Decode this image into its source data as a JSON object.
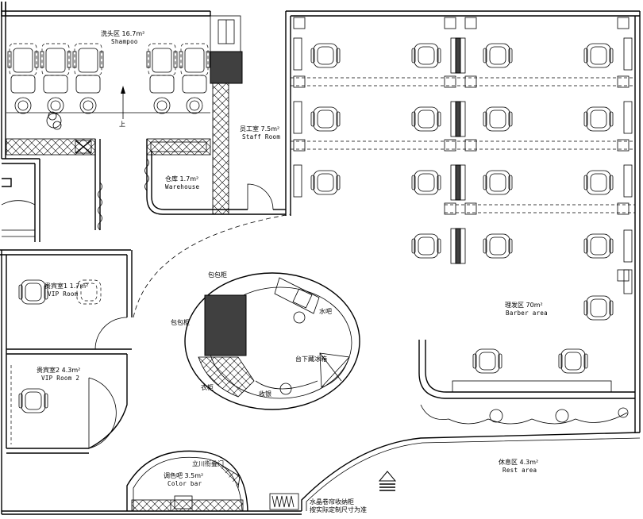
{
  "rooms": {
    "shampoo": {
      "zh": "洗头区  16.7m²",
      "en": "Shampoo"
    },
    "staff": {
      "zh": "员工室  7.5m²",
      "en": "Staff Room"
    },
    "warehouse": {
      "zh": "仓库  1.7m²",
      "en": "Warehouse"
    },
    "vip1": {
      "zh": "贵宾室1 1.7m²",
      "en": "VIP Room"
    },
    "vip2": {
      "zh": "贵宾室2 4.3m²",
      "en": "VIP Room 2"
    },
    "barber": {
      "zh": "理发区  70m²",
      "en": "Barber area"
    },
    "color_bar": {
      "zh": "调色吧  3.5m²",
      "en": "Color bar"
    },
    "rest": {
      "zh": "休息区  4.3m²",
      "en": "Rest area"
    }
  },
  "fixtures": {
    "bag_cabinet_top": "包包柜",
    "bag_cabinet_left": "包包柜",
    "water_bar": "水吧",
    "under_counter_fridge": "台下藏冰箱",
    "wardrobe": "衣柜",
    "cashier": "收银",
    "standing_cabinet": "立川衔叠门",
    "crystal_cabinet_1": "水晶卷帘收纳柜",
    "crystal_cabinet_2": "按实际定制尺寸为准",
    "up_arrow": "上"
  }
}
